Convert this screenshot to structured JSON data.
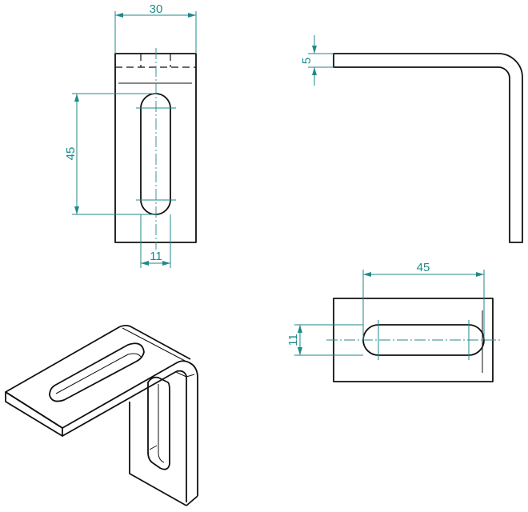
{
  "drawing": {
    "front_view": {
      "width_dim": "30",
      "slot_length_dim": "45",
      "slot_width_dim": "11"
    },
    "side_view": {
      "thickness_dim": "5"
    },
    "top_view": {
      "slot_length_dim": "45",
      "slot_width_dim": "11"
    }
  },
  "colors": {
    "outline": "#111111",
    "dimension": "#1f8a8a"
  }
}
